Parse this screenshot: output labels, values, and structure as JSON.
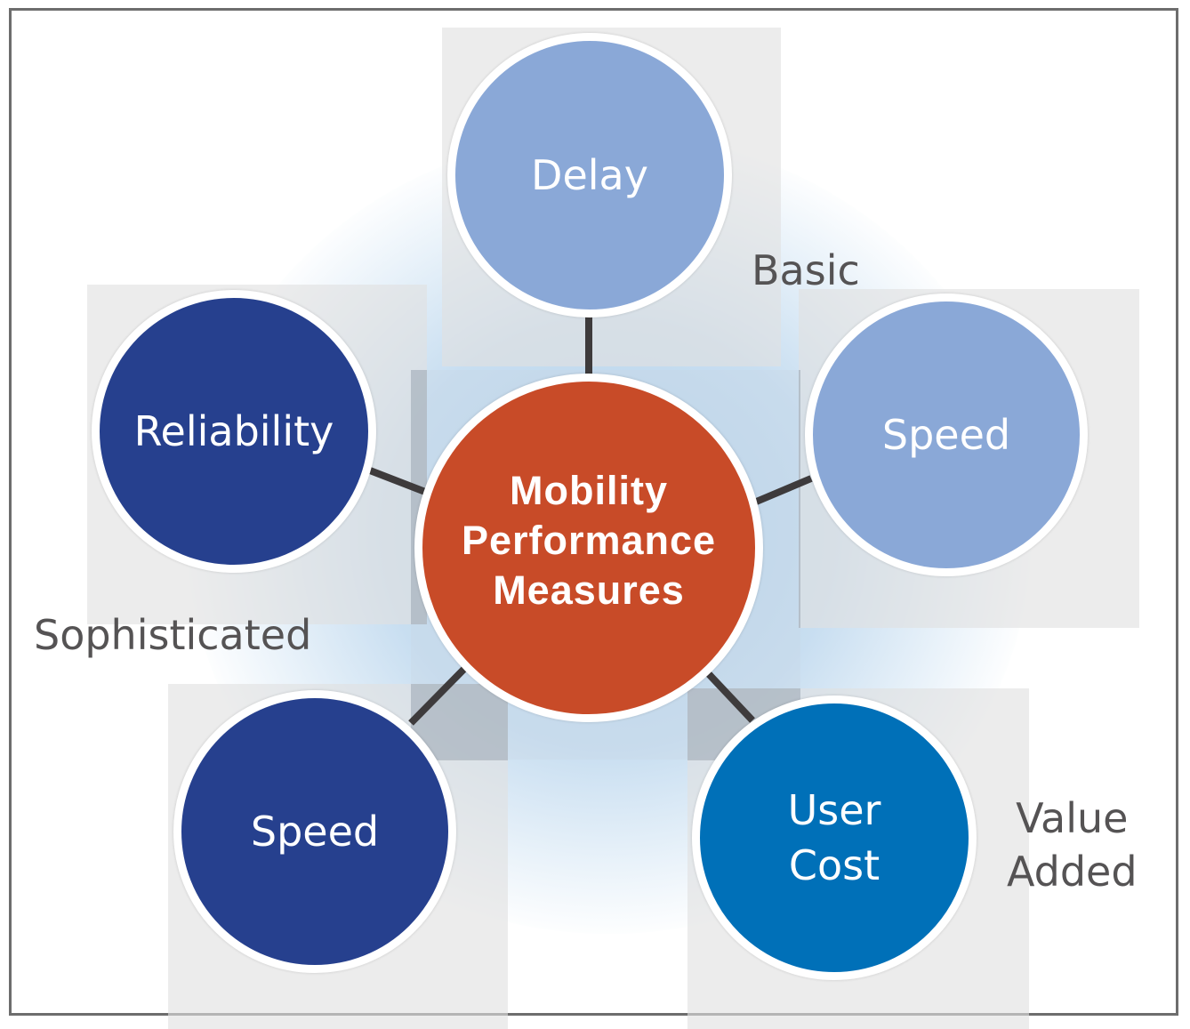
{
  "diagram": {
    "title": "Mobility Performance Measures",
    "center": {
      "label": "Mobility\nPerformance\nMeasures",
      "color": "#c84b28"
    },
    "nodes": [
      {
        "id": "delay",
        "label": "Delay",
        "tier": "Basic",
        "color": "#8aa8d7"
      },
      {
        "id": "speed-basic",
        "label": "Speed",
        "tier": "Basic",
        "color": "#8aa8d7"
      },
      {
        "id": "user-cost",
        "label": "User\nCost",
        "tier": "Value Added",
        "color": "#0070b8"
      },
      {
        "id": "speed-sophisticated",
        "label": "Speed",
        "tier": "Sophisticated",
        "color": "#26408e"
      },
      {
        "id": "reliability",
        "label": "Reliability",
        "tier": "Sophisticated",
        "color": "#26408e"
      }
    ],
    "tiers": {
      "basic": "Basic",
      "value_added": "Value\nAdded",
      "sophisticated": "Sophisticated"
    },
    "connector_color": "#3e3b3c",
    "frame_color": "#6d6d6d",
    "tier_label_color": "#555354"
  }
}
